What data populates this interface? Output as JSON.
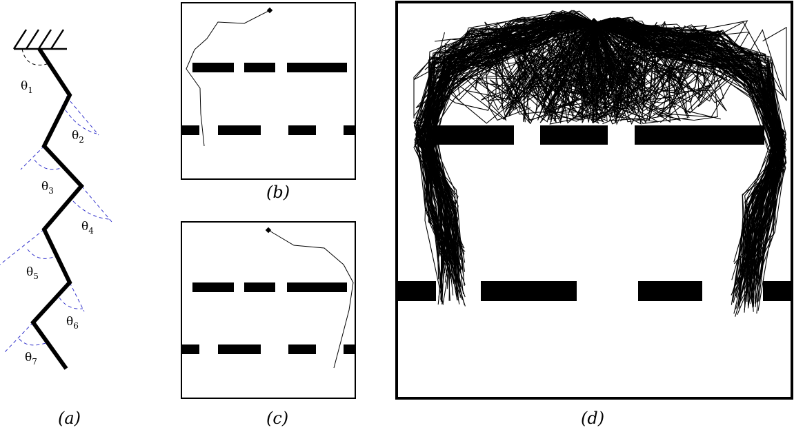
{
  "panels": {
    "a": {
      "caption": "(a)",
      "joint_labels": [
        "θ",
        "θ",
        "θ",
        "θ",
        "θ",
        "θ",
        "θ"
      ],
      "joint_subscripts": [
        "1",
        "2",
        "3",
        "4",
        "5",
        "6",
        "7"
      ]
    },
    "b": {
      "caption": "(b)"
    },
    "c": {
      "caption": "(c)"
    },
    "d": {
      "caption": "(d)"
    }
  },
  "colors": {
    "ink": "#000000",
    "angle_arc": "#3333cc",
    "background": "#ffffff"
  }
}
